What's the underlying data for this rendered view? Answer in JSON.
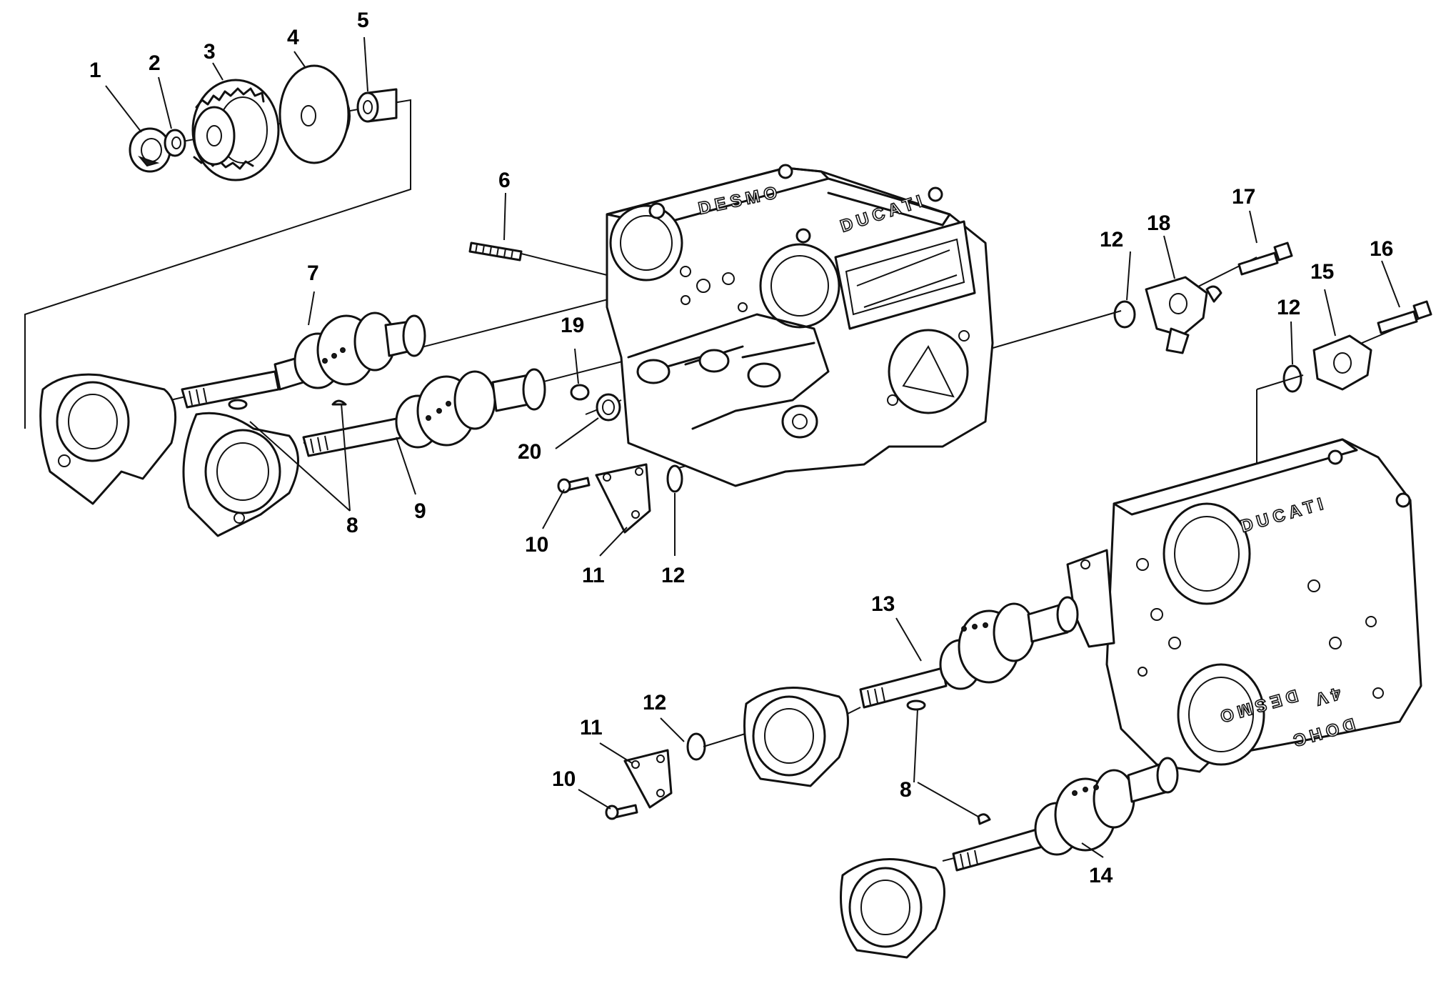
{
  "callouts": {
    "c1": "1",
    "c2": "2",
    "c3": "3",
    "c4": "4",
    "c5": "5",
    "c6": "6",
    "c7": "7",
    "c8a": "8",
    "c8b": "8",
    "c9": "9",
    "c10a": "10",
    "c10b": "10",
    "c11a": "11",
    "c11b": "11",
    "c12a": "12",
    "c12b": "12",
    "c12c": "12",
    "c12d": "12",
    "c13": "13",
    "c14": "14",
    "c15": "15",
    "c16": "16",
    "c17": "17",
    "c18": "18",
    "c19": "19",
    "c20": "20"
  },
  "casting_text": {
    "upper_desmo": "DESMO",
    "upper_ducati": "DUCATI",
    "lower_ducati": "DUCATI",
    "lower_desmo": "DESMO",
    "lower_4v": "4V",
    "lower_dohc": "DOHC"
  }
}
